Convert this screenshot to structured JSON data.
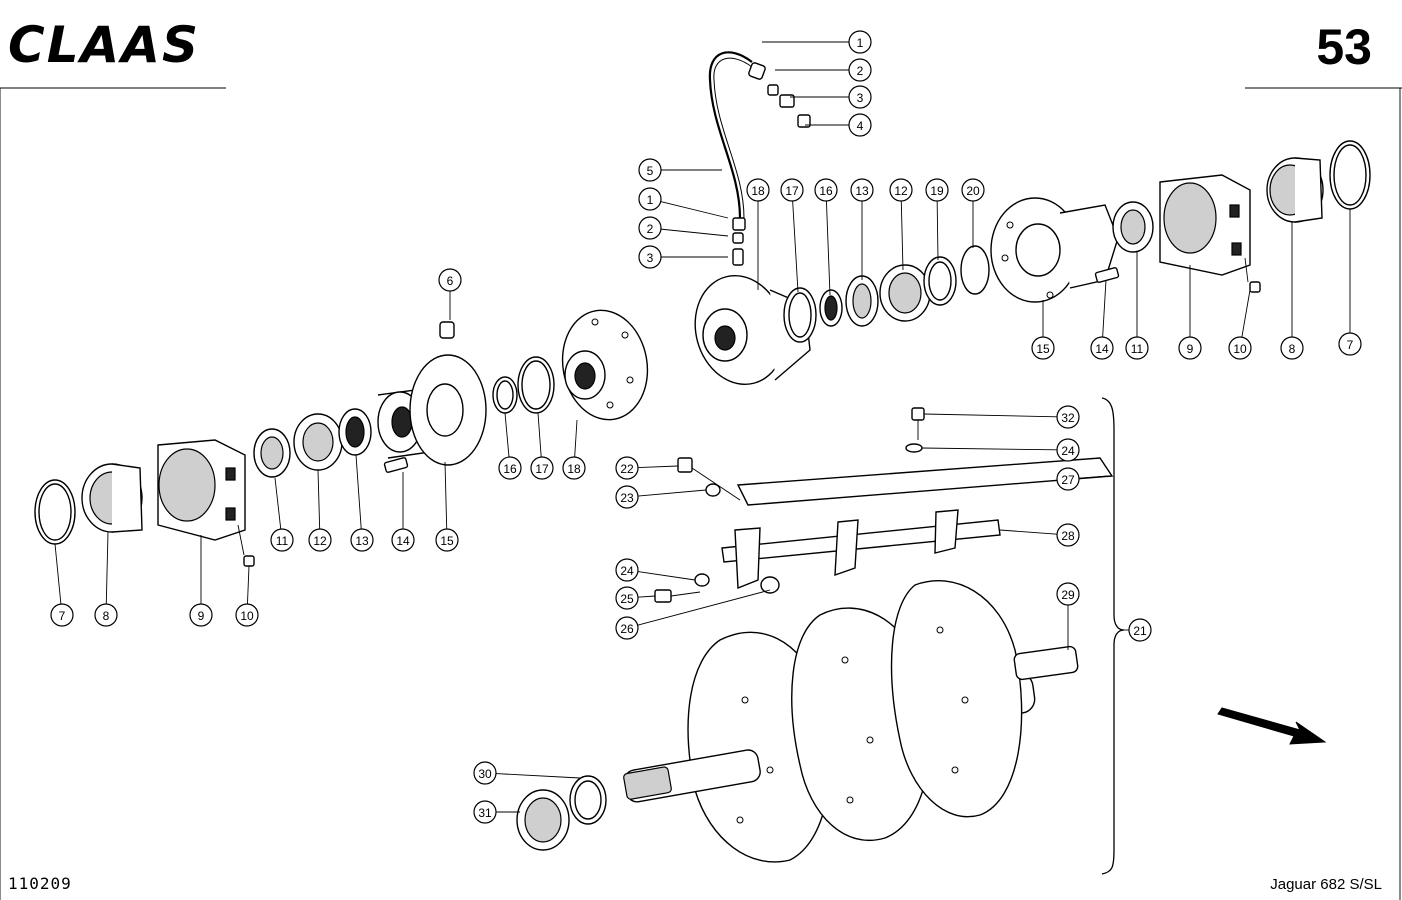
{
  "header": {
    "brand": "CLAAS",
    "page_number": "53"
  },
  "footer": {
    "drawing_id": "110209",
    "model": "Jaguar 682 S/SL"
  },
  "callouts": [
    "1",
    "2",
    "3",
    "4",
    "5",
    "1",
    "2",
    "3",
    "18",
    "17",
    "16",
    "13",
    "12",
    "19",
    "20",
    "15",
    "14",
    "11",
    "9",
    "10",
    "8",
    "7",
    "6",
    "16",
    "17",
    "18",
    "7",
    "8",
    "9",
    "10",
    "11",
    "12",
    "13",
    "14",
    "15",
    "32",
    "24",
    "27",
    "22",
    "23",
    "28",
    "24",
    "25",
    "26",
    "29",
    "21",
    "30",
    "31"
  ]
}
